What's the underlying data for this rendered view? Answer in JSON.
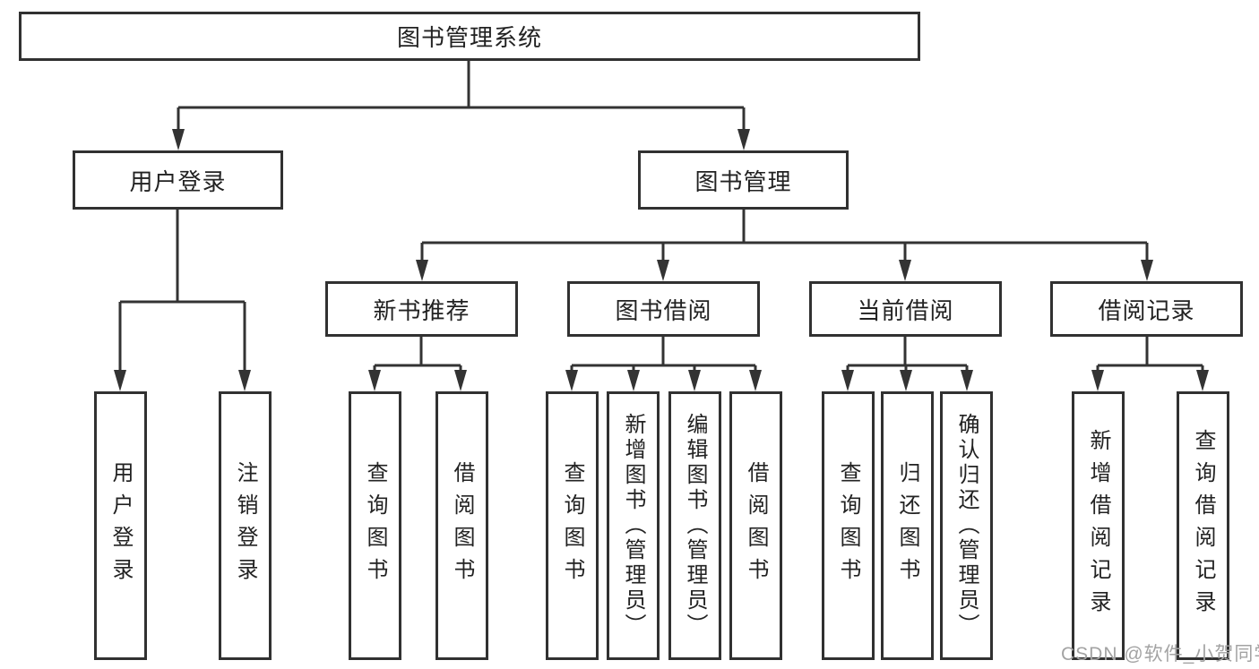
{
  "diagram": {
    "type": "tree",
    "tree": {
      "label": "图书管理系统",
      "children": [
        {
          "label": "用户登录",
          "children": [
            {
              "label": "用户登录"
            },
            {
              "label": "注销登录"
            }
          ]
        },
        {
          "label": "图书管理",
          "children": [
            {
              "label": "新书推荐",
              "children": [
                {
                  "label": "查询图书"
                },
                {
                  "label": "借阅图书"
                }
              ]
            },
            {
              "label": "图书借阅",
              "children": [
                {
                  "label": "查询图书"
                },
                {
                  "label": "新增图书（管理员）"
                },
                {
                  "label": "编辑图书（管理员）"
                },
                {
                  "label": "借阅图书"
                }
              ]
            },
            {
              "label": "当前借阅",
              "children": [
                {
                  "label": "查询图书"
                },
                {
                  "label": "归还图书"
                },
                {
                  "label": "确认归还（管理员）"
                }
              ]
            },
            {
              "label": "借阅记录",
              "children": [
                {
                  "label": "新增借阅记录"
                },
                {
                  "label": "查询借阅记录"
                }
              ]
            }
          ]
        }
      ]
    }
  },
  "watermark": {
    "text": "CSDN @软件_小贺同学"
  },
  "colors": {
    "line": "#333333",
    "box_border": "#313131",
    "box_fill": "#ffffff",
    "text": "#222222",
    "watermark": "#a3a3a3",
    "background": "#ffffff"
  }
}
